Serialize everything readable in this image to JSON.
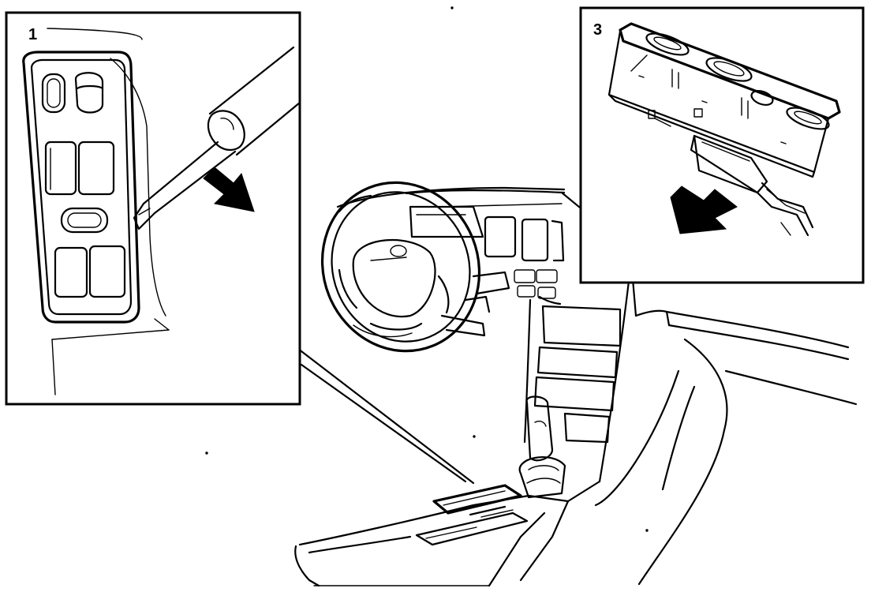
{
  "panels": [
    {
      "id": "step-1",
      "label": "1"
    },
    {
      "id": "step-3",
      "label": "3"
    }
  ]
}
